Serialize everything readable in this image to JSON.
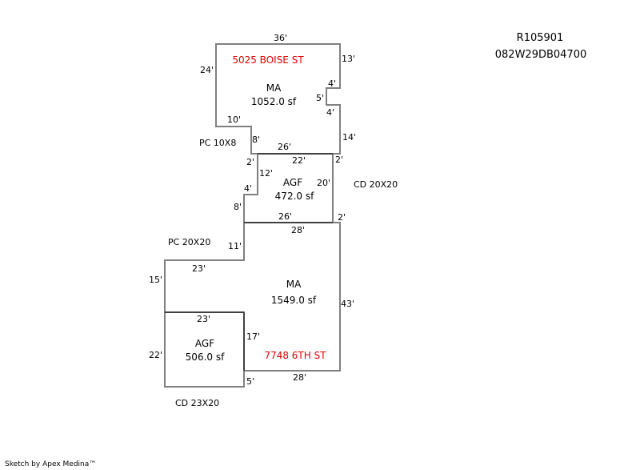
{
  "header": {
    "parcel_id": "R105901",
    "map_number": "082W29DB04700"
  },
  "footer": {
    "credit": "Sketch by Apex Medina™"
  },
  "addresses": {
    "top": "5025 BOISE ST",
    "bottom": "7748 6TH ST"
  },
  "areas": [
    {
      "code": "MA",
      "size": "1052.0 sf"
    },
    {
      "code": "AGF",
      "size": "472.0 sf"
    },
    {
      "code": "MA",
      "size": "1549.0 sf"
    },
    {
      "code": "AGF",
      "size": "506.0 sf"
    }
  ],
  "annotations": {
    "pc_top": "PC 10X8",
    "cd_middle": "CD 20X20",
    "pc_bottom": "PC 20X20",
    "cd_bottom": "CD 23X20"
  },
  "dimensions": {
    "ma1_top": "36'",
    "ma1_left": "24'",
    "ma1_right_top": "13'",
    "ma1_notch_top": "4'",
    "ma1_notch_depth": "5'",
    "ma1_notch_bottom": "4'",
    "ma1_right_bottom": "14'",
    "ma1_step_horizontal": "10'",
    "ma1_step_vertical": "8'",
    "ma1_bottom": "26'",
    "agf1_top": "22'",
    "agf1_top_left_offset": "2'",
    "agf1_top_right_offset": "2'",
    "agf1_left_upper": "12'",
    "agf1_step": "4'",
    "agf1_left_lower": "8'",
    "agf1_right": "20'",
    "agf1_bottom": "26'",
    "agf1_bottom_right_offset": "2'",
    "ma2_top": "28'",
    "ma2_upper_left": "11'",
    "ma2_step_top": "23'",
    "ma2_left": "15'",
    "ma2_right": "43'",
    "ma2_inner_vertical": "17'",
    "ma2_bottom": "28'",
    "agf2_top": "23'",
    "agf2_left": "22'",
    "agf2_right_lower": "5'"
  }
}
